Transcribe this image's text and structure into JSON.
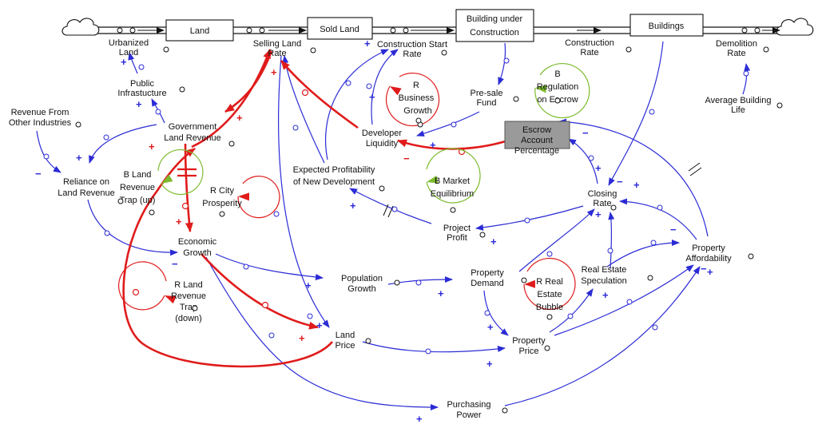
{
  "colors": {
    "link_blue": "#2b2bd6",
    "link_red": "#e01b1b",
    "loop_red": "#e01b1b",
    "loop_green": "#7dbb2e",
    "escrow_fill": "#9a9a9a"
  },
  "stocks": {
    "land": "Land",
    "sold_land": "Sold Land",
    "building_under_construction_line1": "Building under",
    "building_under_construction_line2": "Construction",
    "buildings": "Buildings"
  },
  "variables": {
    "urbanized_land_1": "Urbanized",
    "urbanized_land_2": "Land",
    "selling_land_rate_1": "Selling Land",
    "selling_land_rate_2": "Rate",
    "construction_start_rate_1": "Construction Start",
    "construction_start_rate_2": "Rate",
    "construction_rate_1": "Construction",
    "construction_rate_2": "Rate",
    "demolition_rate_1": "Demolition",
    "demolition_rate_2": "Rate",
    "average_building_life_1": "Average Building",
    "average_building_life_2": "Life",
    "public_infrastructure_1": "Public",
    "public_infrastructure_2": "Infrastucture",
    "revenue_other_1": "Revenue From",
    "revenue_other_2": "Other Industries",
    "government_land_revenue_1": "Government",
    "government_land_revenue_2": "Land Revenue",
    "reliance_1": "Reliance on",
    "reliance_2": "Land Revenue",
    "presale_fund_1": "Pre-sale",
    "presale_fund_2": "Fund",
    "developer_liquidity_1": "Developer",
    "developer_liquidity_2": "Liquidity",
    "escrow_1": "Escrow",
    "escrow_2": "Account",
    "escrow_3": "Percentage",
    "expected_profitability_1": "Expected Profitability",
    "expected_profitability_2": "of New Development",
    "closing_rate_1": "Closing",
    "closing_rate_2": "Rate",
    "project_profit_1": "Project",
    "project_profit_2": "Profit",
    "economic_growth_1": "Economic",
    "economic_growth_2": "Growth",
    "population_growth_1": "Population",
    "population_growth_2": "Growth",
    "property_demand_1": "Property",
    "property_demand_2": "Demand",
    "real_estate_speculation_1": "Real Estate",
    "real_estate_speculation_2": "Speculation",
    "property_affordability_1": "Property",
    "property_affordability_2": "Affordability",
    "land_price_1": "Land",
    "land_price_2": "Price",
    "property_price_1": "Property",
    "property_price_2": "Price",
    "purchasing_power_1": "Purchasing",
    "purchasing_power_2": "Power"
  },
  "loops": {
    "business_growth": [
      "R",
      "Business",
      "Growth"
    ],
    "regulation_escrow": [
      "B",
      "Regulation",
      "on Escrow"
    ],
    "land_revenue_trap_up": [
      "B Land",
      "Revenue",
      "Trap (up)"
    ],
    "city_prosperity": [
      "R City",
      "Prosperity"
    ],
    "market_equilibrium": [
      "B Market",
      "Equilibrium"
    ],
    "land_revenue_trap_down": [
      "R Land",
      "Revenue",
      "Trap",
      "(down)"
    ],
    "real_estate_bubble": [
      "R Real",
      "Estate",
      "Bubble"
    ]
  },
  "polarity": {
    "plus": "+",
    "minus": "−"
  }
}
